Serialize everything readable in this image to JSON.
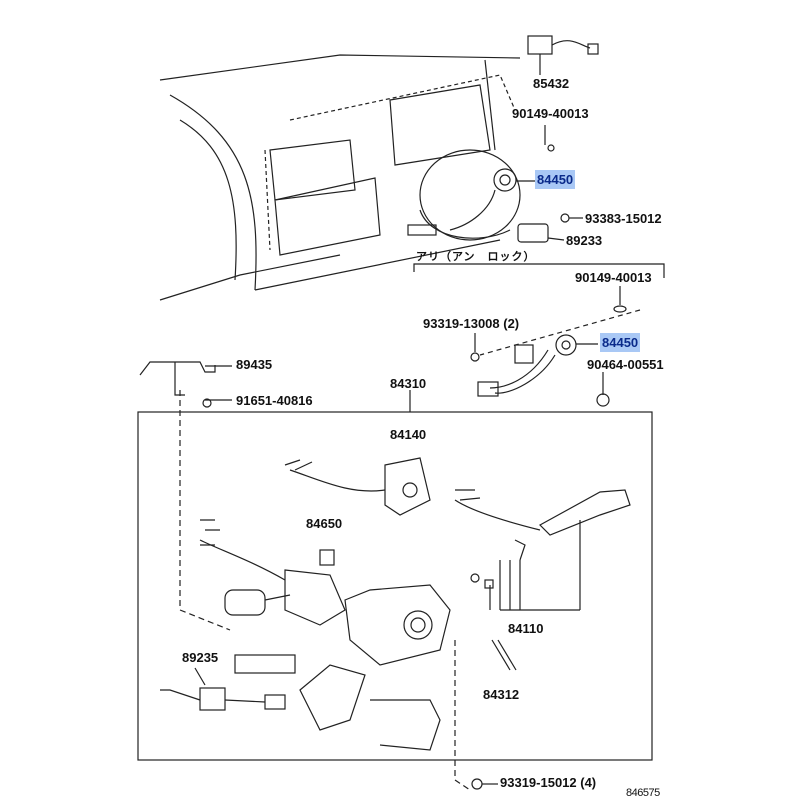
{
  "diagram": {
    "figure_number": "846575",
    "note_label": "アリ（アン　ロック）",
    "highlight_color": "#a9c8f5",
    "parts": [
      {
        "id": "p85432",
        "number": "85432"
      },
      {
        "id": "p90149a",
        "number": "90149-40013"
      },
      {
        "id": "p84450a",
        "number": "84450",
        "highlighted": true
      },
      {
        "id": "p93383",
        "number": "93383-15012"
      },
      {
        "id": "p89233",
        "number": "89233"
      },
      {
        "id": "p90149b",
        "number": "90149-40013"
      },
      {
        "id": "p93319a",
        "number": "93319-13008 (2)"
      },
      {
        "id": "p84450b",
        "number": "84450",
        "highlighted": true
      },
      {
        "id": "p90464",
        "number": "90464-00551"
      },
      {
        "id": "p89435",
        "number": "89435"
      },
      {
        "id": "p84310",
        "number": "84310"
      },
      {
        "id": "p91651",
        "number": "91651-40816"
      },
      {
        "id": "p84140",
        "number": "84140"
      },
      {
        "id": "p84650",
        "number": "84650"
      },
      {
        "id": "p84110",
        "number": "84110"
      },
      {
        "id": "p89235",
        "number": "89235"
      },
      {
        "id": "p84312",
        "number": "84312"
      },
      {
        "id": "p93319b",
        "number": "93319-15012 (4)"
      }
    ]
  }
}
